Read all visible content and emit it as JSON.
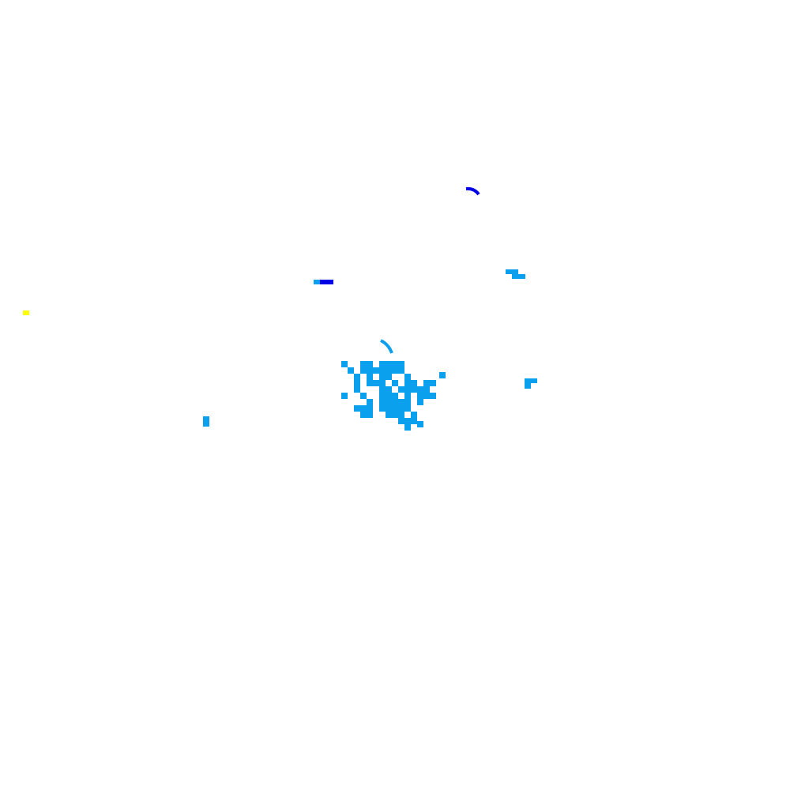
{
  "map": {
    "background_color": "#ffffff",
    "legend_visible": false,
    "labels_visible": false
  },
  "palette": {
    "light_blue": "#0aa0ee",
    "dark_blue": "#0000e8",
    "yellow": "#ffff00"
  },
  "features": [
    {
      "category": "central-cluster",
      "color_key": "light_blue",
      "count": "many"
    },
    {
      "category": "north-arc",
      "color_key": "dark_blue"
    },
    {
      "category": "west-segment",
      "color_key": "dark_blue"
    },
    {
      "category": "east-segment",
      "color_key": "light_blue"
    },
    {
      "category": "southwest-dot",
      "color_key": "light_blue"
    },
    {
      "category": "far-west-dot",
      "color_key": "yellow"
    }
  ]
}
